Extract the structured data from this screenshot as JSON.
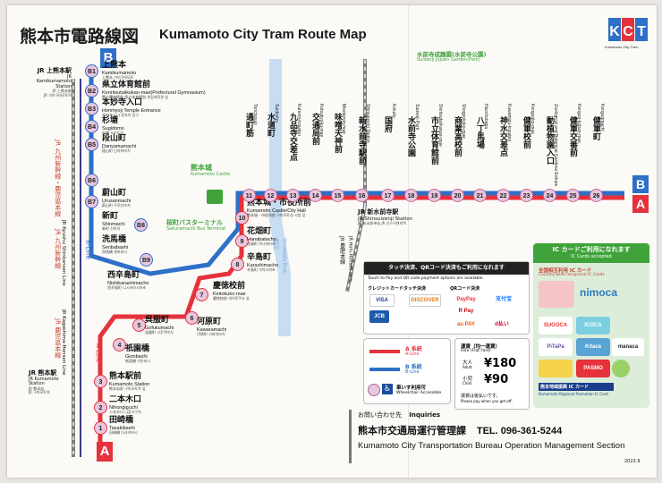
{
  "title_jp": "熊本市電路線図",
  "title_en": "Kumamoto City Tram Route Map",
  "logo_text": "Kumamoto City Tram",
  "colors": {
    "a_line": "#e5323b",
    "b_line": "#2e6fc7",
    "jr": "#8a8a8a",
    "river": "#bcd6ef",
    "accent_green": "#3fa23a",
    "ic_panel": "#dcedd9"
  },
  "jr_kamikumamoto": {
    "jp": "JR 上熊本駅",
    "en": "JR Kamikumamoto Station",
    "sub1": "JR 上熊本駅",
    "sub2": "JR 가미구마모토역"
  },
  "jr_kumamoto": {
    "jp": "JR 熊本駅",
    "en": "JR Kumamoto Station",
    "sub1": "JR 熊本站",
    "sub2": "JR 구마모토역"
  },
  "jr_shinsuizenji": {
    "jp": "JR 新水前寺駅",
    "en": "JR Shinsuizenji Station",
    "sub": "JR 新水前寺站 JR 신스이젠지역"
  },
  "left_vertical_labels": [
    "JR 九州新幹線・鹿児島本線",
    "JR Kyushu Shinkansen Line",
    "JR Kagoshima-Honsen Line",
    "JR 九州新幹線",
    "JR 鹿児島本線",
    "B-Line",
    "A-Line"
  ],
  "jr_houhi": {
    "jp": "JR 豊肥本線",
    "en": "JR Hohi-Honsen Line"
  },
  "river": {
    "jp": "白川",
    "en": "Shirakawa River"
  },
  "b_stops": [
    {
      "code": "B1",
      "jp": "上熊本",
      "en": "Kamikumamoto",
      "sub": "上熊本  가미구마모토"
    },
    {
      "code": "B2",
      "jp": "県立体育館前",
      "en": "Kenritsutaiikukan-mae(Prefectural Gymnasium)",
      "sub": "縣立體育館前  県立体育館前  현립체육관 앞"
    },
    {
      "code": "B3",
      "jp": "本妙寺入口",
      "en": "Honmyoji Temple Entrance",
      "sub": "本妙寺入口  혼묘지 입구"
    },
    {
      "code": "B4",
      "jp": "杉塘",
      "en": "Sugidomo",
      "sub": "杉塘  스기도모"
    },
    {
      "code": "B5",
      "jp": "段山町",
      "en": "Danyamamachi",
      "sub": "段山町  단야마마치"
    },
    {
      "code": "B6",
      "jp": "蔚山町",
      "en": "Urusanmachi",
      "sub": "蔚山町  우루산마치"
    },
    {
      "code": "B7",
      "jp": "新町",
      "en": "Shinmachi",
      "sub": "新町  신마치"
    },
    {
      "code": "B8",
      "jp": "洗馬橋",
      "en": "Senbabashi",
      "sub": "洗馬橋  센바바시"
    },
    {
      "code": "B9",
      "jp": "西辛島町",
      "en": "Nishikarashimacho",
      "sub": "西辛島町  니시카라시마초"
    }
  ],
  "a_stops": [
    {
      "code": "1",
      "jp": "田崎橋",
      "en": "Tasakibashi",
      "sub": "田崎橋  다사키바시"
    },
    {
      "code": "2",
      "jp": "二本木口",
      "en": "Nihongiguchi",
      "sub": "二本木口  니혼기구치"
    },
    {
      "code": "3",
      "jp": "熊本駅前",
      "en": "Kumamoto Station",
      "sub": "熊本站前  구마모토역 앞"
    },
    {
      "code": "4",
      "jp": "祇園橋",
      "en": "Gionbashi",
      "sub": "祇園橋  기온바시"
    },
    {
      "code": "5",
      "jp": "呉服町",
      "en": "Gofukumachi",
      "sub": "吳服町  고후쿠마치"
    },
    {
      "code": "6",
      "jp": "河原町",
      "en": "Kawaramachi",
      "sub": "河原町  가와라마치"
    },
    {
      "code": "7",
      "jp": "慶徳校前",
      "en": "Keitokuko-mae",
      "sub": "慶徳校前  게이토쿠교 앞"
    },
    {
      "code": "8",
      "jp": "辛島町",
      "en": "Karashimacho",
      "sub": "辛島町  가라시마초"
    },
    {
      "code": "9",
      "jp": "花畑町",
      "en": "Hanabatacho",
      "sub": "花畑町  하나바타초"
    },
    {
      "code": "10",
      "jp": "熊本城・市役所前",
      "en": "Kumamoto Castle/City Hall",
      "sub": "熊本城・市役所前  구마모토성·시청 앞"
    }
  ],
  "top_stops": [
    {
      "code": "11",
      "jp": "通町筋",
      "en": "Torichosuji"
    },
    {
      "code": "12",
      "jp": "水道町",
      "en": "Suidocho"
    },
    {
      "code": "13",
      "jp": "九品寺交差点",
      "en": "Kuhonji-kosaten"
    },
    {
      "code": "14",
      "jp": "交通局前",
      "en": "Kotsukyoku-mae"
    },
    {
      "code": "15",
      "jp": "味噌天神前",
      "en": "Misotenjin-mae"
    },
    {
      "code": "16",
      "jp": "新水前寺駅前",
      "en": "Shinsuizenji Station"
    },
    {
      "code": "17",
      "jp": "国府",
      "en": "Kokufu"
    },
    {
      "code": "18",
      "jp": "水前寺公園",
      "en": "Suizenji Park"
    },
    {
      "code": "19",
      "jp": "市立体育館前",
      "en": "Shiritsutaiikukan-mae"
    },
    {
      "code": "20",
      "jp": "商業高校前",
      "en": "Shogyokoko-mae"
    },
    {
      "code": "21",
      "jp": "八丁馬場",
      "en": "Hacchobaba"
    },
    {
      "code": "22",
      "jp": "神水交差点",
      "en": "Kuwamizu-kosaten"
    },
    {
      "code": "23",
      "jp": "健軍校前",
      "en": "Kengunko-mae"
    },
    {
      "code": "24",
      "jp": "動植物園入口",
      "en": "Zoological and Botanical Gardens Entrance"
    },
    {
      "code": "25",
      "jp": "健軍交番前",
      "en": "Kengun-koban-mae"
    },
    {
      "code": "26",
      "jp": "健軍町",
      "en": "Kengunmachi"
    }
  ],
  "suizenji_note": {
    "jp": "水前寺成趣園(水前寺公園)",
    "en": "Suizenji Jojuen Garden(Park)"
  },
  "castle": {
    "jp": "熊本城",
    "en": "Kumamoto Castle"
  },
  "bus_terminal": {
    "jp": "桜町バスターミナル",
    "en": "Sakuramachi Bus Terminal"
  },
  "payment": {
    "heading": "タッチ決済、QRコード決済もご利用になれます",
    "sub": "Touch to Pay and QR code payment options are available.",
    "card_label": "クレジットカードタッチ決済",
    "qr_label": "QRコード決済",
    "brands": [
      "VISA",
      "DISCOVER",
      "JCB",
      "PayPay",
      "支付宝",
      "R Pay",
      "au PAY",
      "d払い"
    ]
  },
  "legend": {
    "a_jp": "A 系統",
    "a_en": "A-Line",
    "b_jp": "B 系統",
    "b_en": "B-Line",
    "wheel_jp": "車いす利用可",
    "wheel_en": "Wheelchair Accessible"
  },
  "fare": {
    "heading": "運賃（均一運賃）",
    "heading_en": "Fare (Flat Fare)",
    "adult_jp": "大人",
    "adult_en": "Adult",
    "adult": "¥180",
    "child_jp": "小児",
    "child_en": "Child",
    "child": "¥90",
    "note_jp": "運賃は後払いです。",
    "note_en": "Please pay when you get off."
  },
  "ic": {
    "heading": "IC カードご利用になれます",
    "heading_en": "IC Cards accepted",
    "national": "全国相互利用 IC カード",
    "national_en": "Country-wide reciprocal IC Cards",
    "cards": [
      "nimoca",
      "SUGOCA",
      "ICOCA",
      "PiTaPa",
      "Kitaca",
      "manaca",
      "PASMO"
    ],
    "regional": "熊本地域振興 IC カード",
    "regional_en": "Kumamoto Regional Promotion IC Card"
  },
  "inquiries": {
    "label_jp": "お問い合わせ先",
    "label_en": "Inquiries",
    "org_jp": "熊本市交通局運行管理課",
    "tel": "TEL. 096-361-5244",
    "org_en": "Kumamoto City Transportation Bureau Operation Management Section",
    "date": "2023.9"
  },
  "line_tags": {
    "a": "A",
    "b": "B"
  }
}
